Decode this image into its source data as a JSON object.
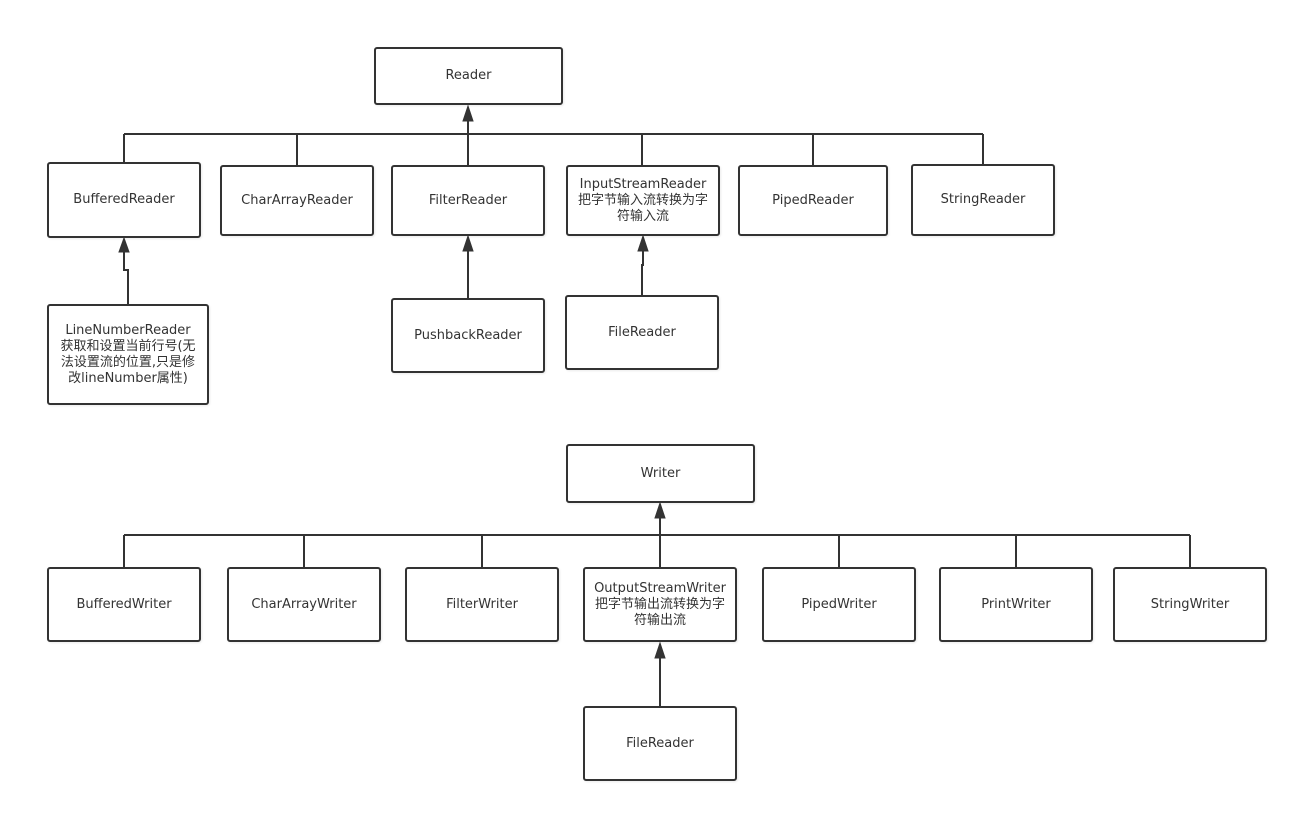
{
  "reader_tree": {
    "root": "Reader",
    "children": {
      "buffered_reader": "BufferedReader",
      "char_array_reader": "CharArrayReader",
      "filter_reader": "FilterReader",
      "input_stream_reader": "InputStreamReader\n把字节输入流转换为字\n符输入流",
      "piped_reader": "PipedReader",
      "string_reader": "StringReader"
    },
    "grandchildren": {
      "line_number_reader": "LineNumberReader\n获取和设置当前行号(无\n法设置流的位置,只是修\n改lineNumber属性)",
      "pushback_reader": "PushbackReader",
      "file_reader": "FileReader"
    }
  },
  "writer_tree": {
    "root": "Writer",
    "children": {
      "buffered_writer": "BufferedWriter",
      "char_array_writer": "CharArrayWriter",
      "filter_writer": "FilterWriter",
      "output_stream_writer": "OutputStreamWriter\n把字节输出流转换为字\n符输出流",
      "piped_writer": "PipedWriter",
      "print_writer": "PrintWriter",
      "string_writer": "StringWriter"
    },
    "grandchildren": {
      "file_reader": "FileReader"
    }
  },
  "colors": {
    "stroke": "#333333",
    "fill": "#ffffff",
    "text": "#333333"
  }
}
